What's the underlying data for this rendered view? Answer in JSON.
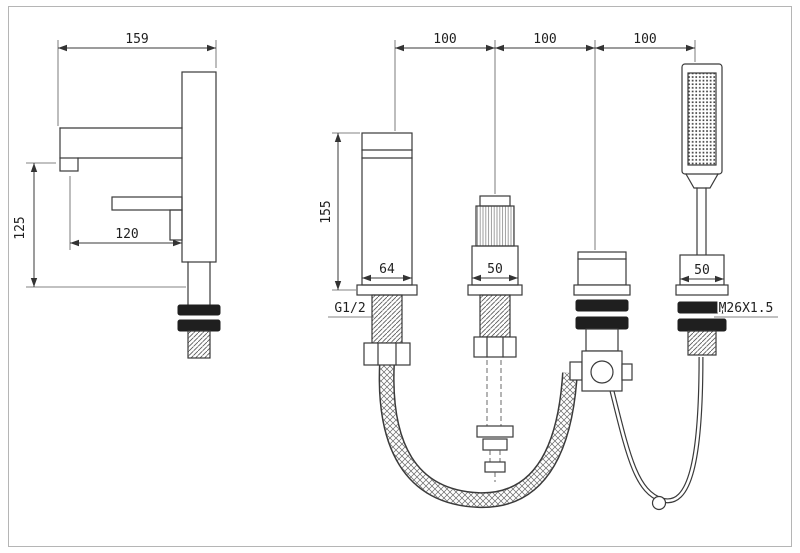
{
  "page": {
    "background": "#ffffff",
    "line_color": "#3a3a3a",
    "border_color": "#b5b5b5"
  },
  "left_view": {
    "dim_width": "159",
    "dim_height": "125",
    "dim_reach": "120"
  },
  "right_view": {
    "spacing_dims": [
      "100",
      "100",
      "100"
    ],
    "dim_height": "155",
    "dim_spout_width": "64",
    "dim_valve_width": "50",
    "dim_handset_width": "50",
    "spout_thread_label": "G1/2",
    "handset_thread_label": "M26X1.5"
  }
}
